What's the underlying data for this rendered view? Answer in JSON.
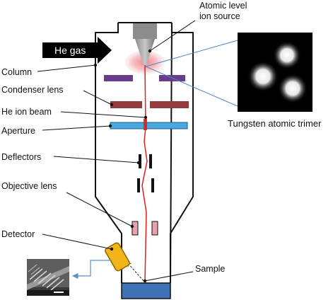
{
  "labels": {
    "source": [
      "Atomic level",
      "ion source"
    ],
    "gas": "He gas",
    "column": "Column",
    "condenser": "Condenser lens",
    "beam": "He ion beam",
    "aperture": "Aperture",
    "deflectors": "Deflectors",
    "objective": "Objective lens",
    "detector": "Detector",
    "sample": "Sample",
    "trimer": "Tungsten atomic trimer"
  },
  "colors": {
    "condenser_top": "#6a3d8c",
    "condenser_bottom": "#943b3b",
    "aperture": "#49a8df",
    "objective": "#e8a3ac",
    "detector": "#f2b519",
    "sample": "#3f72b5",
    "beam": "#e0201a",
    "glow": "#f3a7a9"
  }
}
